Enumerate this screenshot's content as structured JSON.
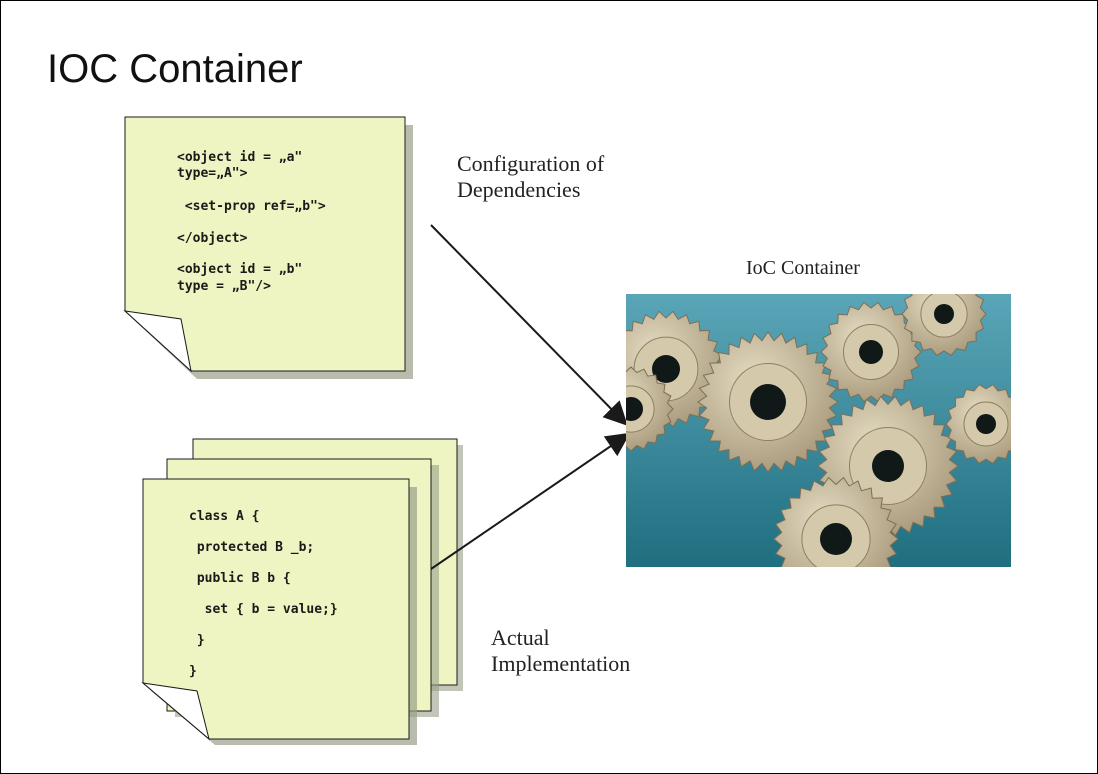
{
  "title": "IOC Container",
  "config_doc": {
    "lines": [
      "<object id = „a\"",
      "type=„A\">",
      " <set-prop ref=„b\">",
      "</object>",
      "<object id = „b\"",
      "type = „B\"/>"
    ]
  },
  "impl_doc": {
    "lines": [
      "class A {",
      " protected B _b;",
      " public B b {",
      "  set { b = value;}",
      " }",
      "}"
    ]
  },
  "labels": {
    "config": [
      "Configuration of",
      "Dependencies"
    ],
    "impl": [
      "Actual",
      "Implementation"
    ],
    "container": "IoC Container"
  },
  "colors": {
    "paper": "#eef5c2",
    "paper_shadow": "#9aa08a",
    "arrow": "#1a1a1a",
    "background_teal": "#2c7a8c",
    "gear": "#c8bc9c"
  },
  "icons": [
    "document-icon",
    "gears-image-icon",
    "arrow-icon"
  ]
}
